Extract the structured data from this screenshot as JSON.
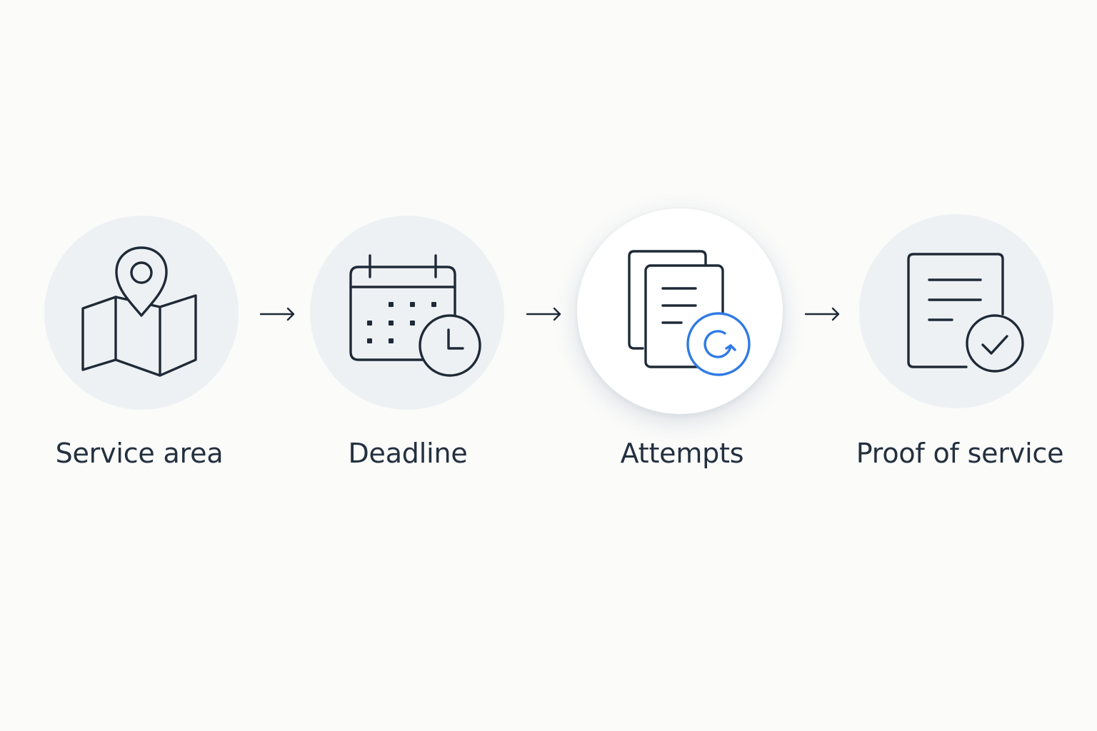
{
  "colors": {
    "background": "#fbfbfa",
    "circle_fill": "#eef1f4",
    "active_circle_fill": "#ffffff",
    "icon_stroke": "#1f2a37",
    "accent": "#2f7ae5",
    "label_text": "#23303f"
  },
  "steps": [
    {
      "label": "Service area",
      "icon": "map-pin-icon",
      "active": false
    },
    {
      "label": "Deadline",
      "icon": "calendar-clock-icon",
      "active": false
    },
    {
      "label": "Attempts",
      "icon": "documents-refresh-icon",
      "active": true
    },
    {
      "label": "Proof of service",
      "icon": "document-check-icon",
      "active": false
    }
  ],
  "connectors": [
    {
      "icon": "arrow-right-icon"
    },
    {
      "icon": "arrow-right-icon"
    },
    {
      "icon": "arrow-right-icon"
    }
  ]
}
